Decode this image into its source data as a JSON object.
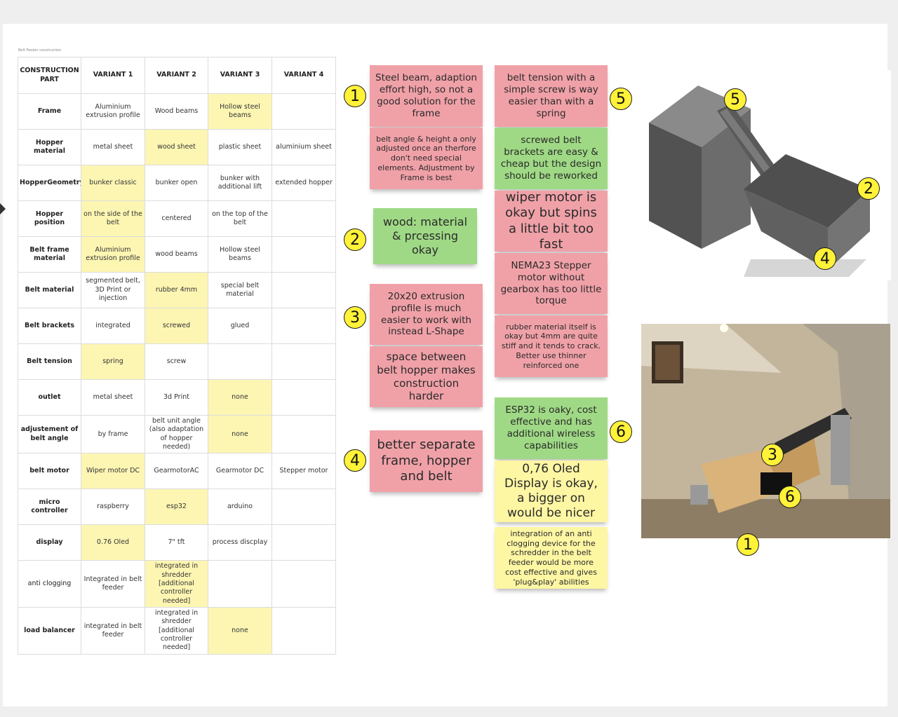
{
  "table": {
    "title": "Belt Feeder construction",
    "headers": [
      "CONSTRUCTION PART",
      "VARIANT 1",
      "VARIANT 2",
      "VARIANT 3",
      "VARIANT 4"
    ],
    "rows": [
      {
        "part": "Frame",
        "cells": [
          "Aluminium extrusion profile",
          "Wood beams",
          "Hollow steel beams",
          ""
        ]
      },
      {
        "part": "Hopper material",
        "cells": [
          "metal sheet",
          "wood sheet",
          "plastic sheet",
          "aluminium sheet"
        ]
      },
      {
        "part": "HopperGeometry",
        "cells": [
          "bunker classic",
          "bunker open",
          "bunker with additional lift",
          "extended hopper"
        ]
      },
      {
        "part": "Hopper position",
        "cells": [
          "on the side of the belt",
          "centered",
          "on the top of the belt",
          ""
        ]
      },
      {
        "part": "Belt frame material",
        "cells": [
          "Aluminium extrusion profile",
          "wood beams",
          "Hollow steel beams",
          ""
        ]
      },
      {
        "part": "Belt material",
        "cells": [
          "segmented belt, 3D Print or injection",
          "rubber 4mm",
          "special belt material",
          ""
        ]
      },
      {
        "part": "Belt brackets",
        "cells": [
          "integrated",
          "screwed",
          "glued",
          ""
        ]
      },
      {
        "part": "Belt tension",
        "cells": [
          "spring",
          "screw",
          "",
          ""
        ]
      },
      {
        "part": "outlet",
        "cells": [
          "metal sheet",
          "3d Print",
          "none",
          ""
        ]
      },
      {
        "part": "adjustement of belt angle",
        "cells": [
          "by frame",
          "belt unit angle (also adaptation of hopper needed)",
          "none",
          ""
        ]
      },
      {
        "part": "belt motor",
        "cells": [
          "Wiper motor DC",
          "GearmotorAC",
          "Gearmotor DC",
          "Stepper motor"
        ]
      },
      {
        "part": "micro controller",
        "cells": [
          "raspberry",
          "esp32",
          "arduino",
          ""
        ]
      },
      {
        "part": "display",
        "cells": [
          "0.76 Oled",
          "7\" tft",
          "process discplay",
          ""
        ]
      },
      {
        "part": "anti clogging",
        "cells": [
          "Integrated in belt feeder",
          "integrated in shredder [additional controller needed]",
          "",
          ""
        ]
      },
      {
        "part": "load balancer",
        "cells": [
          "integrated in belt feeder",
          "integrated in shredder [additional controller needed]",
          "none",
          ""
        ]
      }
    ]
  },
  "notes": {
    "n1": "Steel beam, adaption effort high, so not a good solution for the frame",
    "n2": "belt angle & height a only adjusted once an therfore don't need special elements. Adjustment by Frame is best",
    "n3": "wood: material & prcessing okay",
    "n4": "20x20 extrusion profile is much easier to work with instead L-Shape",
    "n5": "space between belt hopper makes construction harder",
    "n6": "better separate frame, hopper and belt",
    "n7": "belt tension with a simple screw is way easier than with a spring",
    "n8": "screwed belt brackets are easy & cheap but the design should be reworked",
    "n9": "wiper motor is okay but spins a little bit too fast",
    "n10": "NEMA23 Stepper motor without gearbox has too little torque",
    "n11": "rubber material itself is okay but 4mm are quite stiff and it tends to crack. Better use thinner reinforced one",
    "n12": "ESP32 is oaky, cost effective and has additional wireless capabilities",
    "n13": "0,76 Oled Display is okay, a bigger on would be nicer",
    "n14": "integration of an anti clogging device for the schredder in the belt feeder would be more cost effective and gives 'plug&play' abilities"
  },
  "markers": {
    "m1": "1",
    "m2": "2",
    "m3": "3",
    "m4": "4",
    "m5": "5",
    "m6": "6",
    "cad5": "5",
    "cad2": "2",
    "cad4": "4",
    "photo3": "3",
    "photo6": "6",
    "photo1": "1"
  },
  "colors": {
    "note_red": "#f0a1a8",
    "note_green": "#9fd985",
    "note_yellow": "#fdf6a3",
    "table_highlight": "#fdf6b3",
    "marker": "#fff238"
  },
  "highlights": [
    [
      false,
      false,
      true,
      false
    ],
    [
      false,
      true,
      false,
      false
    ],
    [
      true,
      false,
      false,
      false
    ],
    [
      true,
      false,
      false,
      false
    ],
    [
      true,
      false,
      false,
      false
    ],
    [
      false,
      true,
      false,
      false
    ],
    [
      false,
      true,
      false,
      false
    ],
    [
      true,
      false,
      false,
      false
    ],
    [
      false,
      false,
      true,
      false
    ],
    [
      false,
      false,
      true,
      false
    ],
    [
      true,
      false,
      false,
      false
    ],
    [
      false,
      true,
      false,
      false
    ],
    [
      true,
      false,
      false,
      false
    ],
    [
      false,
      true,
      false,
      false
    ],
    [
      false,
      false,
      true,
      false
    ]
  ]
}
